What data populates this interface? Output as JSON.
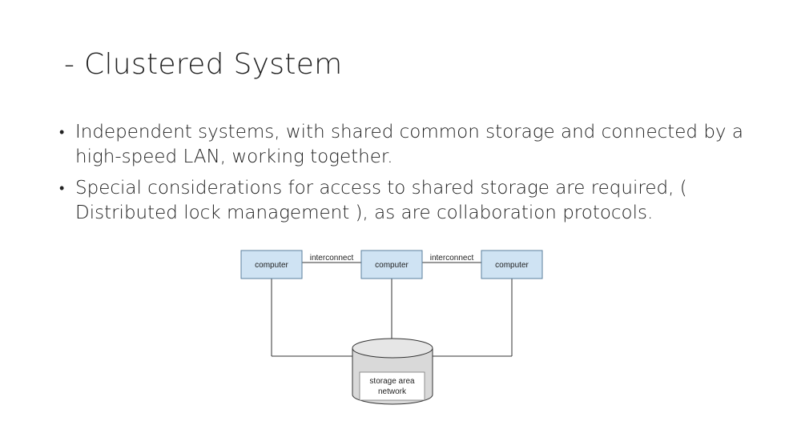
{
  "slide": {
    "title": "- Clustered System",
    "bullets": [
      {
        "text": "Independent systems, with shared common storage and connected by a high-speed LAN, working together."
      },
      {
        "text": "Special considerations for access to shared storage are required, ( Distributed lock management ), as are collaboration protocols."
      }
    ]
  },
  "diagram": {
    "nodes": [
      "computer",
      "computer",
      "computer"
    ],
    "links": [
      "interconnect",
      "interconnect"
    ],
    "storage_label_line1": "storage area",
    "storage_label_line2": "network",
    "colors": {
      "box_fill": "#cfe3f3",
      "box_stroke": "#5b7f9c",
      "storage_fill": "#d9d9d9",
      "line": "#333333"
    }
  }
}
